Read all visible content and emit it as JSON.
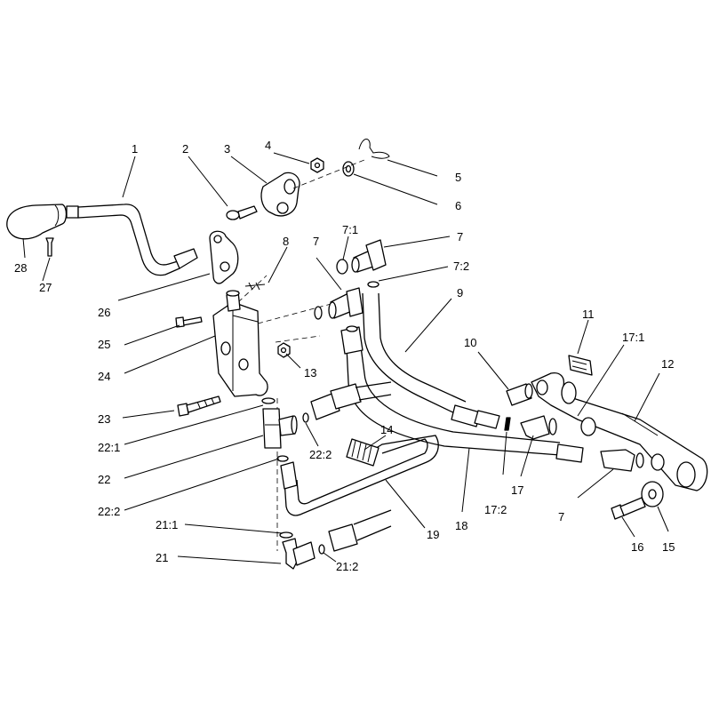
{
  "callouts": {
    "c1": "1",
    "c2": "2",
    "c3": "3",
    "c4": "4",
    "c5": "5",
    "c6": "6",
    "c7a": "7",
    "c7b": "7",
    "c7c": "7",
    "c7_1": "7:1",
    "c7_2": "7:2",
    "c8": "8",
    "c9": "9",
    "c10": "10",
    "c11": "11",
    "c12": "12",
    "c13": "13",
    "c14": "14",
    "c15": "15",
    "c16": "16",
    "c17": "17",
    "c17_1": "17:1",
    "c17_2": "17:2",
    "c18": "18",
    "c19": "19",
    "c21": "21",
    "c21_1": "21:1",
    "c21_2": "21:2",
    "c22": "22",
    "c22_1": "22:1",
    "c22_2a": "22:2",
    "c22_2b": "22:2",
    "c23": "23",
    "c24": "24",
    "c25": "25",
    "c26": "26",
    "c27": "27",
    "c28": "28"
  }
}
